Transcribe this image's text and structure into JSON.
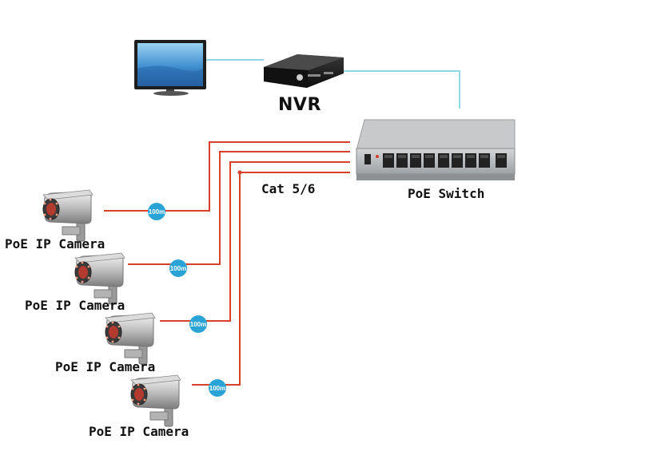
{
  "colors": {
    "cable_red": "#d9402a",
    "cable_cyan": "#8fd7e4",
    "badge_blue": "#2aa4d6",
    "switch_body": "#b4b6b8"
  },
  "labels": {
    "nvr": "NVR",
    "switch": "PoE Switch",
    "cable": "Cat 5/6",
    "camera": "PoE IP Camera"
  },
  "cameras": [
    {
      "label": "PoE IP Camera",
      "distance": "100m"
    },
    {
      "label": "PoE IP Camera",
      "distance": "100m"
    },
    {
      "label": "PoE IP Camera",
      "distance": "100m"
    },
    {
      "label": "PoE IP Camera",
      "distance": "100m"
    }
  ],
  "icons": [
    "monitor-icon",
    "nvr-icon",
    "poe-switch-icon",
    "ip-camera-icon"
  ]
}
